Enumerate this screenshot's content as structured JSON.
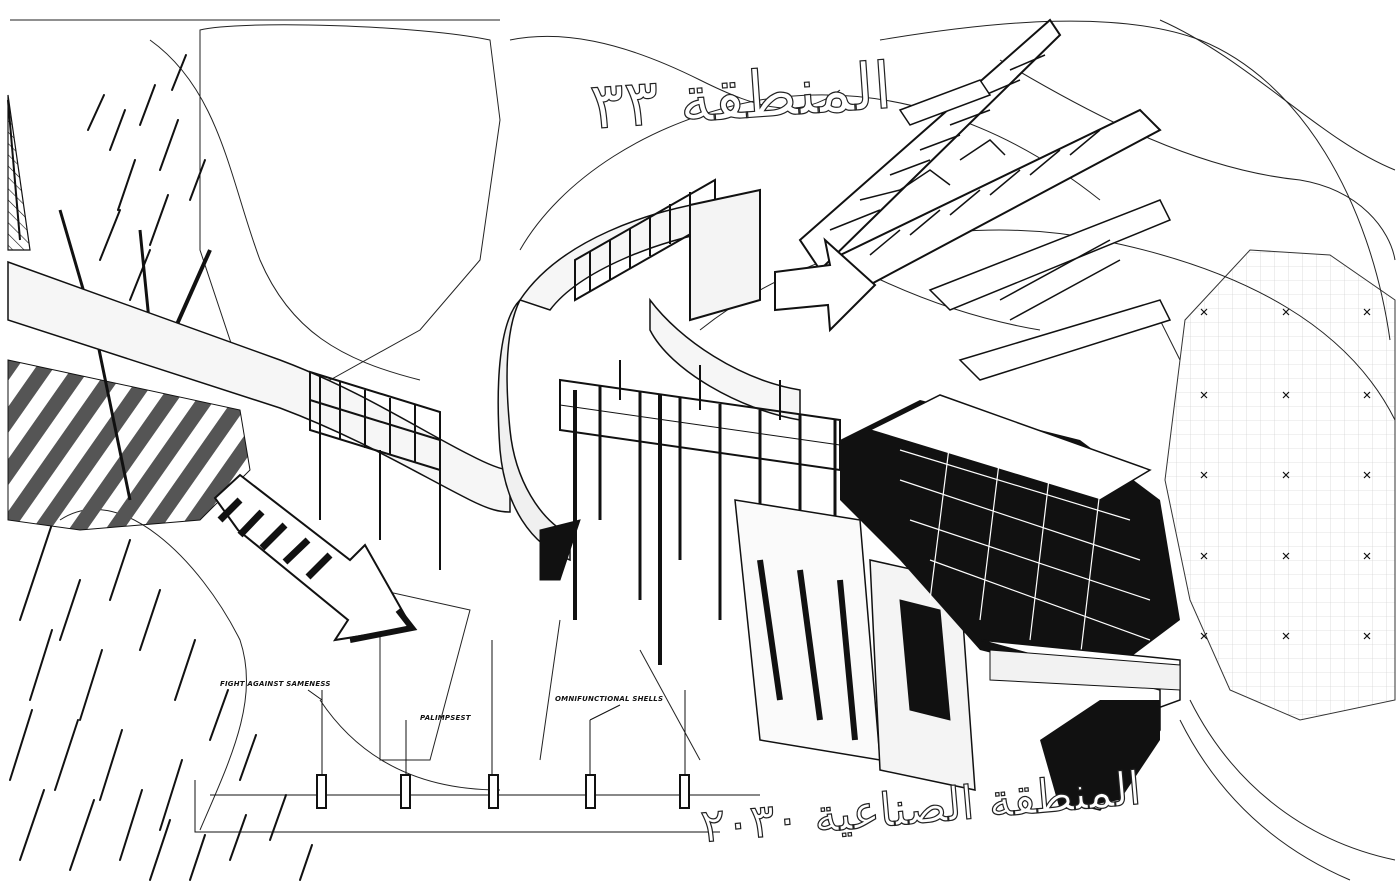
{
  "labels": {
    "fight": "FIGHT AGAINST SAMENESS",
    "palimpsest": "PALIMPSEST",
    "omni": "OMNIFUNCTIONAL SHELLS"
  },
  "arabic": {
    "top": "المنطقة ٣٣",
    "bottom": "المنطقة الصناعية ٢٠٣٠"
  },
  "colors": {
    "ink": "#111111",
    "paper": "#ffffff",
    "grid": "#c8c8c8",
    "stripe": "#555555"
  }
}
